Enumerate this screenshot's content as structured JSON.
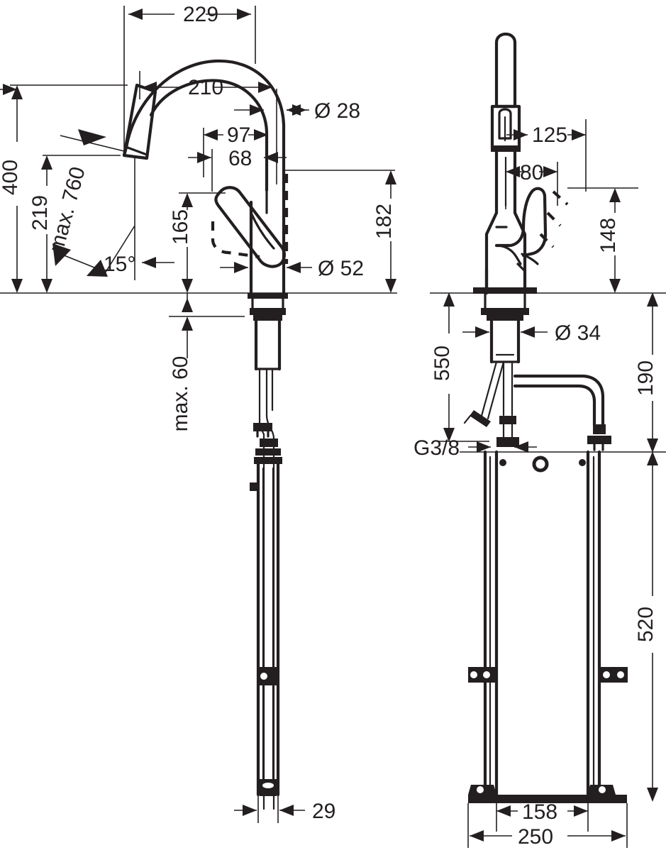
{
  "document": {
    "type": "technical-dimension-drawing",
    "subject": "kitchen pull-down mixer tap",
    "units": "mm",
    "views": [
      "front-elevation",
      "side-elevation"
    ]
  },
  "dimensions": {
    "front_view": {
      "spout_reach_total": "229",
      "spout_reach_inner": "210",
      "overall_height_max": "400",
      "height_to_spout_underside": "219",
      "hose_pull_out_length": "max. 760",
      "swivel_angle": "15°",
      "handle_height": "165",
      "spout_outlet_height": "182",
      "offset_a": "97",
      "offset_b": "68",
      "spout_tube_diameter": "Ø 28",
      "body_diameter": "Ø 52",
      "counter_thickness_max": "max. 60",
      "hose_weight_width": "29"
    },
    "side_view": {
      "spray_head_offset": "125",
      "handle_offset": "80",
      "handle_clearance_height": "148",
      "shank_length": "550",
      "shank_diameter": "Ø 34",
      "supply_connection": "G3/8",
      "upper_overall": "190",
      "lower_overall": "520",
      "inner_hose_spacing": "158",
      "outer_hose_spacing": "250"
    }
  },
  "labels": {
    "d229": "229",
    "d210": "210",
    "d400": "400",
    "d219": "219",
    "dmax760": "max. 760",
    "d15deg": "15°",
    "d165": "165",
    "d182": "182",
    "d97": "97",
    "d68": "68",
    "dia28": "Ø 28",
    "dia52": "Ø 52",
    "dmax60": "max. 60",
    "d29": "29",
    "d125": "125",
    "d80": "80",
    "d148": "148",
    "d550": "550",
    "dia34": "Ø 34",
    "g38": "G3/8",
    "d190": "190",
    "d520": "520",
    "d158": "158",
    "d250": "250"
  },
  "colors": {
    "line": "#231f20",
    "background": "#ffffff"
  }
}
